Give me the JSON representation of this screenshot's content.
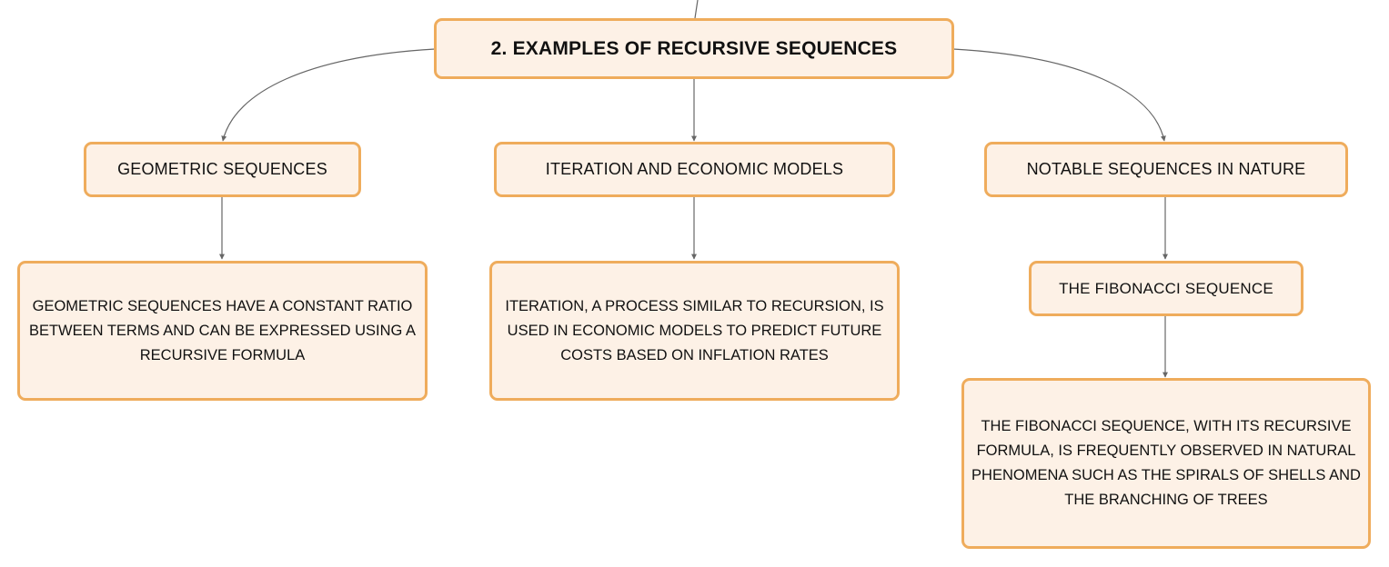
{
  "root": {
    "title": "2. EXAMPLES OF RECURSIVE SEQUENCES"
  },
  "branches": [
    {
      "title": "GEOMETRIC SEQUENCES",
      "detail": "GEOMETRIC SEQUENCES HAVE A CONSTANT RATIO BETWEEN TERMS AND CAN BE EXPRESSED USING A RECURSIVE FORMULA"
    },
    {
      "title": "ITERATION AND ECONOMIC MODELS",
      "detail": "ITERATION, A PROCESS SIMILAR TO RECURSION, IS USED IN ECONOMIC MODELS TO PREDICT FUTURE COSTS BASED ON INFLATION RATES"
    },
    {
      "title": "NOTABLE SEQUENCES IN NATURE",
      "subtopic": "THE FIBONACCI SEQUENCE",
      "detail": "THE FIBONACCI SEQUENCE, WITH ITS RECURSIVE FORMULA, IS FREQUENTLY OBSERVED IN NATURAL PHENOMENA SUCH AS THE SPIRALS OF SHELLS AND THE BRANCHING OF TREES"
    }
  ],
  "colors": {
    "node_fill": "#fdf1e6",
    "node_border": "#efac5c",
    "connector": "#666666",
    "text": "#111111"
  }
}
